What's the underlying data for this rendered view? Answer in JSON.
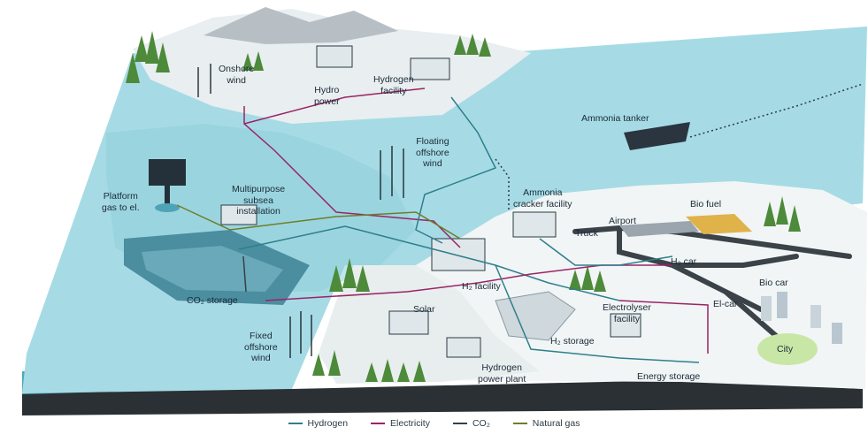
{
  "labels": {
    "onshore_wind": [
      "Onshore",
      "wind"
    ],
    "hydro_power": [
      "Hydro",
      "power"
    ],
    "hydrogen_facility": [
      "Hydrogen",
      "facility"
    ],
    "ammonia_tanker": "Ammonia tanker",
    "floating_offshore_wind": [
      "Floating",
      "offshore",
      "wind"
    ],
    "platform": [
      "Platform",
      "gas to el."
    ],
    "subsea": [
      "Multipurpose",
      "subsea",
      "installation"
    ],
    "ammonia_cracker": [
      "Ammonia",
      "cracker facility"
    ],
    "bio_fuel": "Bio fuel",
    "airport": "Airport",
    "truck": "Truck",
    "h2_car": "H₂ car",
    "bio_car": "Bio car",
    "el_car": "El-car",
    "co2_storage": "CO₂ storage",
    "h2_facility": "H₂ facility",
    "solar": "Solar",
    "electrolyser": [
      "Electrolyser",
      "facility"
    ],
    "h2_storage": "H₂ storage",
    "fixed_offshore_wind": [
      "Fixed",
      "offshore",
      "wind"
    ],
    "hydrogen_power_plant": [
      "Hydrogen",
      "power plant"
    ],
    "energy_storage": "Energy storage",
    "city": "City"
  },
  "legend": [
    {
      "label": "Hydrogen",
      "color": "#2e7f8c"
    },
    {
      "label": "Electricity",
      "color": "#9a2466"
    },
    {
      "label": "CO₂",
      "color": "#34404a"
    },
    {
      "label": "Natural gas",
      "color": "#6f7d2a"
    }
  ],
  "colors": {
    "sea": "#9fd7e2",
    "sea_deep": "#5fb4c6",
    "land": "#eef3f3",
    "ground_side": "#2a2f33",
    "road": "#3b4248"
  }
}
